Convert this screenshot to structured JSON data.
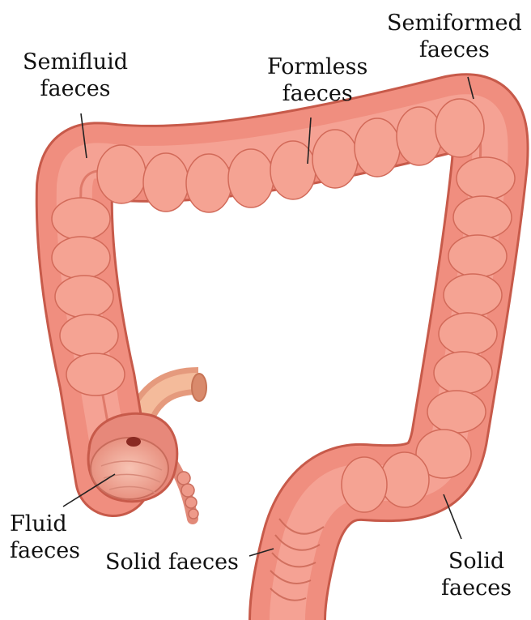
{
  "colors": {
    "colon_fill": "#f08e7f",
    "colon_haustra": "#f4a899",
    "colon_shadow": "#d9705f",
    "colon_outline": "#c75a4a",
    "appendix": "#e88e7c",
    "ileum": "#f2b08f",
    "leader_line": "#222222",
    "label_text": "#111111"
  },
  "labels": {
    "semiformed": {
      "line1": "Semiformed",
      "line2": "faeces"
    },
    "semifluid": {
      "line1": "Semifluid",
      "line2": "faeces"
    },
    "formless": {
      "line1": "Formless",
      "line2": "faeces"
    },
    "fluid": {
      "line1": "Fluid",
      "line2": "faeces"
    },
    "solid_left": {
      "line1": "Solid faeces"
    },
    "solid_right": {
      "line1": "Solid",
      "line2": "faeces"
    }
  }
}
